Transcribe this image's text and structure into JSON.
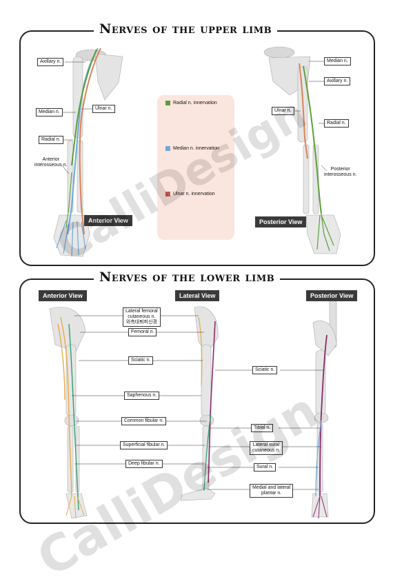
{
  "upper": {
    "title": "Nerves of the upper limb",
    "anterior_view": "Anterior View",
    "posterior_view": "Posterior View",
    "labels": {
      "axillary_left": "Axillary n.",
      "median_left": "Median n.",
      "ulnar_left": "Ulnar n.",
      "radial_left": "Radial n.",
      "anterior_interosseous": "Anterior\ninterosseous n.",
      "median_right": "Median n.",
      "axillary_right": "Axillary n.",
      "ulnar_right": "Ulnar n.",
      "radial_right": "Radial n.",
      "posterior_interosseous": "Posterior\ninterosseous n."
    },
    "legend": [
      {
        "label": "Radial n. innervation",
        "color": "#5a9e3a"
      },
      {
        "label": "Median n. innervation",
        "color": "#6fa8d6"
      },
      {
        "label": "Ulnar n. innervation",
        "color": "#c0584a"
      }
    ]
  },
  "lower": {
    "title": "Nerves of the lower limb",
    "anterior_view": "Anterior View",
    "lateral_view": "Lateral View",
    "posterior_view": "Posterior View",
    "labels": {
      "lateral_femoral": "Lateral femoral\ncutaneous n.\n외측대퇴피신경",
      "femoral": "Femoral n.",
      "sciatic_left": "Sciatic n.",
      "saphenous": "Saphenous n.",
      "common_fibular": "Common fibular n.",
      "superficial_fibular": "Superficial fibular n.",
      "deep_fibular": "Deep fibular n.",
      "sciatic_right": "Sciatic n.",
      "tibial": "Tibial n.",
      "lateral_sural": "Lateral sural\ncutaneous n.",
      "sural": "Sural n.",
      "plantar": "Medial and lateral\nplantar n."
    }
  },
  "watermark": "CalliDesign",
  "colors": {
    "radial": "#5a9e3a",
    "median": "#6fa8d6",
    "ulnar": "#d9825a",
    "sciatic": "#8a2a6a",
    "femoral": "#e8a94a",
    "bone": "#e4e4e4"
  }
}
